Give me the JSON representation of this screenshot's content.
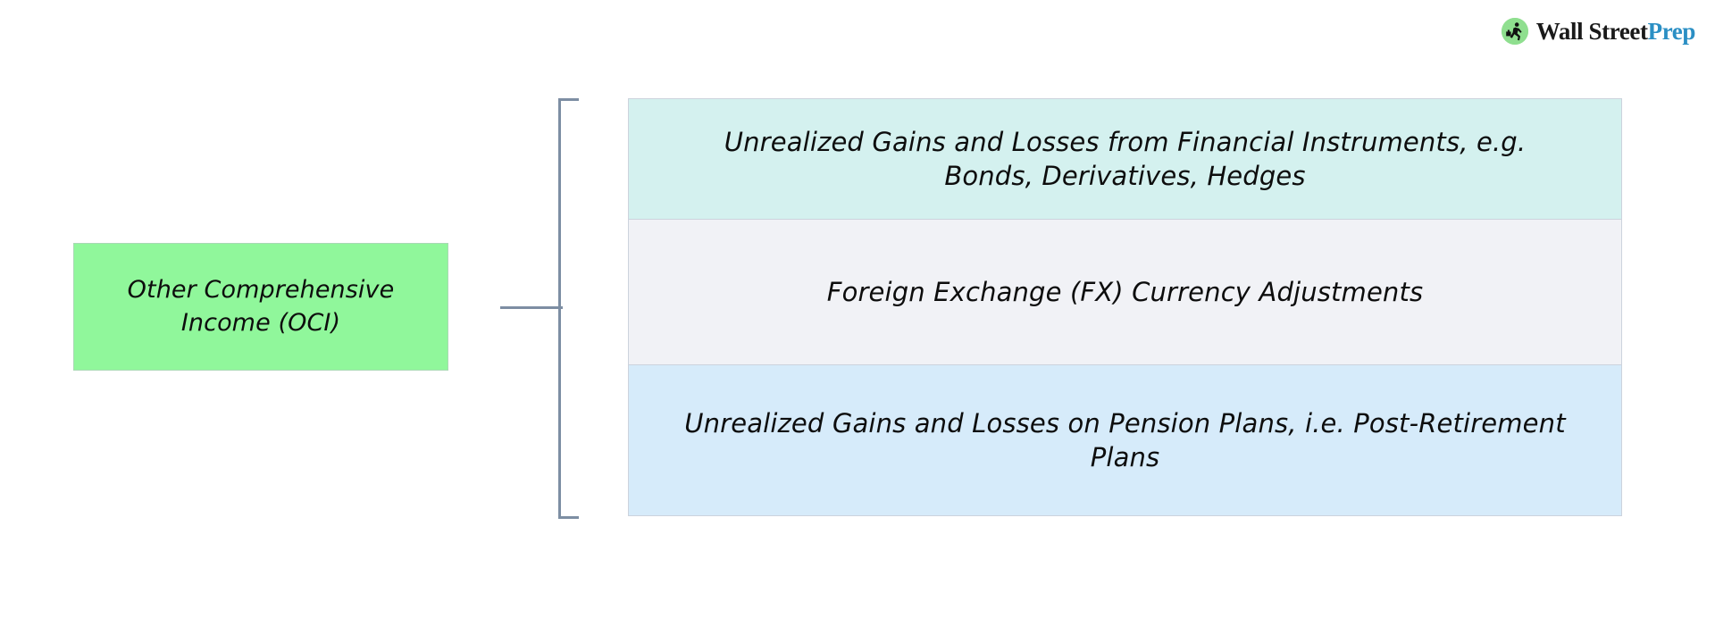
{
  "brand": {
    "icon": "wsp-running-person-briefcase-logo",
    "name_part1": "Wall Street",
    "name_part2": "Prep",
    "mark_color": "#8fdf8f",
    "text_color_primary": "#1a1a1a",
    "text_color_accent": "#2b8fc4"
  },
  "diagram": {
    "type": "bracket-breakdown",
    "source": {
      "label_line1": "Other Comprehensive",
      "label_line2": "Income (OCI)",
      "fill": "#90f79b",
      "border": "#a9d9b4"
    },
    "connector": {
      "color": "#7d8ea3",
      "style": "right-facing-bracket"
    },
    "components": [
      {
        "label": "Unrealized Gains and Losses from Financial Instruments, e.g. Bonds, Derivatives, Hedges",
        "fill": "#d4f1ef",
        "border": "#ccd3dd"
      },
      {
        "label": "Foreign Exchange (FX) Currency Adjustments",
        "fill": "#f1f2f6",
        "border": "#ccd3dd"
      },
      {
        "label": "Unrealized Gains and Losses on Pension Plans, i.e. Post-Retirement Plans",
        "fill": "#d6ebfa",
        "border": "#ccd3dd"
      }
    ]
  }
}
